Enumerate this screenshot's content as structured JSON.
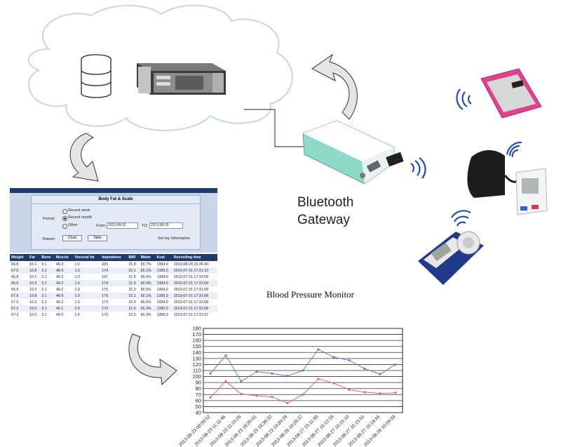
{
  "gateway": {
    "label_line1": "Bluetooth",
    "label_line2": "Gateway"
  },
  "app": {
    "title": "Body Fat & Scale",
    "period_label": "Period:",
    "options": [
      "Recent week",
      "Recent month",
      "Other"
    ],
    "selected_option": "Recent month",
    "from_label": "From:",
    "from_value": "2013-08-22",
    "to_label": "TO:",
    "to_value": "2013-08-30",
    "report_label": "Report:",
    "chart_button": "Chart",
    "table_button": "Table",
    "info_link": "Set my information",
    "columns": [
      "Weight",
      "Fat",
      "Bone",
      "Muscle",
      "Visceral fat",
      "Impedance",
      "BMI",
      "Water",
      "Kcal",
      "Recording time"
    ],
    "rows": [
      [
        "66.8",
        "10.1",
        "3.1",
        "49.3",
        "1.0",
        "165",
        "21.8",
        "65.7%",
        "1394.0",
        "2013-08-20 15:36:40"
      ],
      [
        "67.5",
        "10.8",
        "3.1",
        "48.9",
        "1.0",
        "174",
        "22.1",
        "65.1%",
        "1395.0",
        "2013-07-31 17:31:10"
      ],
      [
        "66.8",
        "10.1",
        "3.1",
        "49.2",
        "1.0",
        "167",
        "21.8",
        "65.6%",
        "1394.0",
        "2013-07-31 17:31:09"
      ],
      [
        "66.9",
        "10.3",
        "3.1",
        "49.2",
        "1.0",
        "174",
        "21.9",
        "65.5%",
        "1394.0",
        "2013-07-31 17:31:09"
      ],
      [
        "66.9",
        "10.3",
        "3.1",
        "49.2",
        "1.0",
        "175",
        "21.9",
        "65.5%",
        "1394.0",
        "2013-07-31 17:31:09"
      ],
      [
        "67.6",
        "10.8",
        "3.1",
        "48.9",
        "1.0",
        "176",
        "22.1",
        "65.1%",
        "1395.0",
        "2013-07-31 17:31:08"
      ],
      [
        "67.0",
        "10.3",
        "3.1",
        "49.2",
        "1.0",
        "173",
        "21.9",
        "65.5%",
        "1394.0",
        "2013-07-31 17:31:08"
      ],
      [
        "67.2",
        "10.5",
        "3.1",
        "49.1",
        "1.0",
        "173",
        "21.9",
        "65.3%",
        "1395.0",
        "2013-07-31 17:31:08"
      ],
      [
        "67.3",
        "10.5",
        "3.1",
        "49.0",
        "1.0",
        "170",
        "22.0",
        "65.3%",
        "1395.0",
        "2013-07-31 17:31:07"
      ]
    ]
  },
  "chart_data": {
    "type": "line",
    "title": "Blood Pressure Monitor",
    "ylim": [
      40,
      180
    ],
    "yticks": [
      40,
      50,
      60,
      70,
      80,
      90,
      100,
      110,
      120,
      130,
      140,
      150,
      160,
      170,
      180
    ],
    "grid": true,
    "x": [
      "2013-08-23 09:09:52",
      "2013-08-23 11:11:46",
      "2013-08-23 11:15:26",
      "2013-08-23 18:35:01",
      "2013-08-23 18:36:32",
      "2013-08-23 19:39:28",
      "2013-08-26 19:29:37",
      "2013-08-27 15:11:00",
      "2013-08-27 15:12:33",
      "2013-08-27 15:15:10",
      "2013-08-27 15:15:51",
      "2013-08-27 15:18:46",
      "2013-08-28 10:59:33"
    ],
    "series": [
      {
        "color": "#5b7fc7",
        "values": [
          105,
          135,
          92,
          108,
          105,
          101,
          110,
          145,
          132,
          127,
          113,
          104,
          120
        ]
      },
      {
        "color": "#e06b5f",
        "values": [
          65,
          92,
          71,
          68,
          66,
          56,
          70,
          96,
          89,
          78,
          74,
          72,
          73
        ]
      }
    ]
  }
}
